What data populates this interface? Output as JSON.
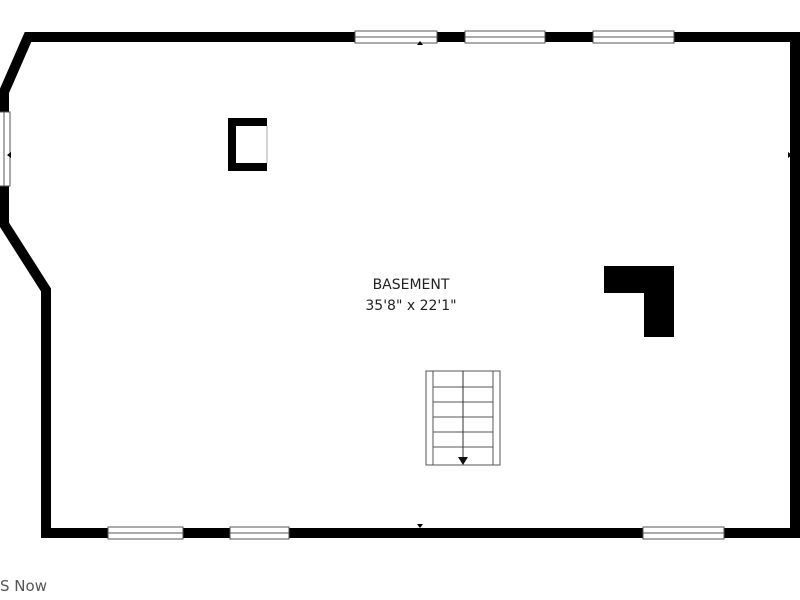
{
  "room": {
    "name": "BASEMENT",
    "dimensions": "35'8\" x 22'1\""
  },
  "watermark": "S Now",
  "colors": {
    "wall": "#000000",
    "window_frame": "#555555",
    "background": "#ffffff"
  }
}
